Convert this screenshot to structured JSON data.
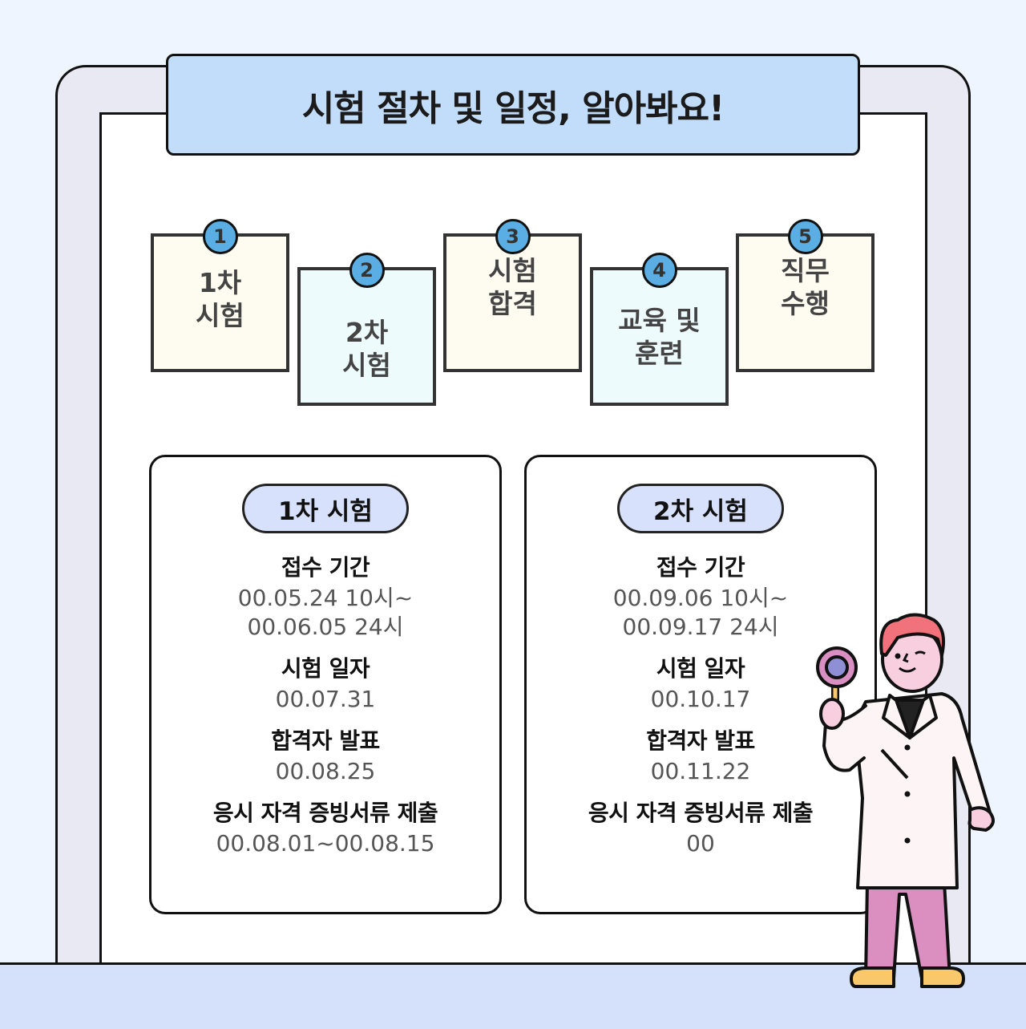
{
  "header": {
    "title": "시험 절차 및 일정, 알아봐요!"
  },
  "steps": [
    {
      "number": "1",
      "label": "1차\n시험"
    },
    {
      "number": "2",
      "label": "2차\n시험"
    },
    {
      "number": "3",
      "label": "시험\n합격"
    },
    {
      "number": "4",
      "label": "교육 및\n훈련"
    },
    {
      "number": "5",
      "label": "직무\n수행"
    }
  ],
  "cards": [
    {
      "title": "1차 시험",
      "rows": [
        {
          "label": "접수 기간",
          "value": "00.05.24 10시~\n00.06.05 24시"
        },
        {
          "label": "시험 일자",
          "value": "00.07.31"
        },
        {
          "label": "합격자 발표",
          "value": "00.08.25"
        },
        {
          "label": "응시 자격 증빙서류 제출",
          "value": "00.08.01~00.08.15"
        }
      ]
    },
    {
      "title": "2차 시험",
      "rows": [
        {
          "label": "접수 기간",
          "value": "00.09.06 10시~\n00.09.17 24시"
        },
        {
          "label": "시험 일자",
          "value": "00.10.17"
        },
        {
          "label": "합격자 발표",
          "value": "00.11.22"
        },
        {
          "label": "응시 자격 증빙서류 제출",
          "value": "00"
        }
      ]
    }
  ],
  "colors": {
    "banner": "#c2ddfa",
    "badge": "#5aaee3",
    "pill": "#d7e1fb",
    "floor": "#d5e0fb",
    "frame": "#e9e9f3"
  },
  "illustration": {
    "icon": "doctor-with-magnifier-icon"
  }
}
